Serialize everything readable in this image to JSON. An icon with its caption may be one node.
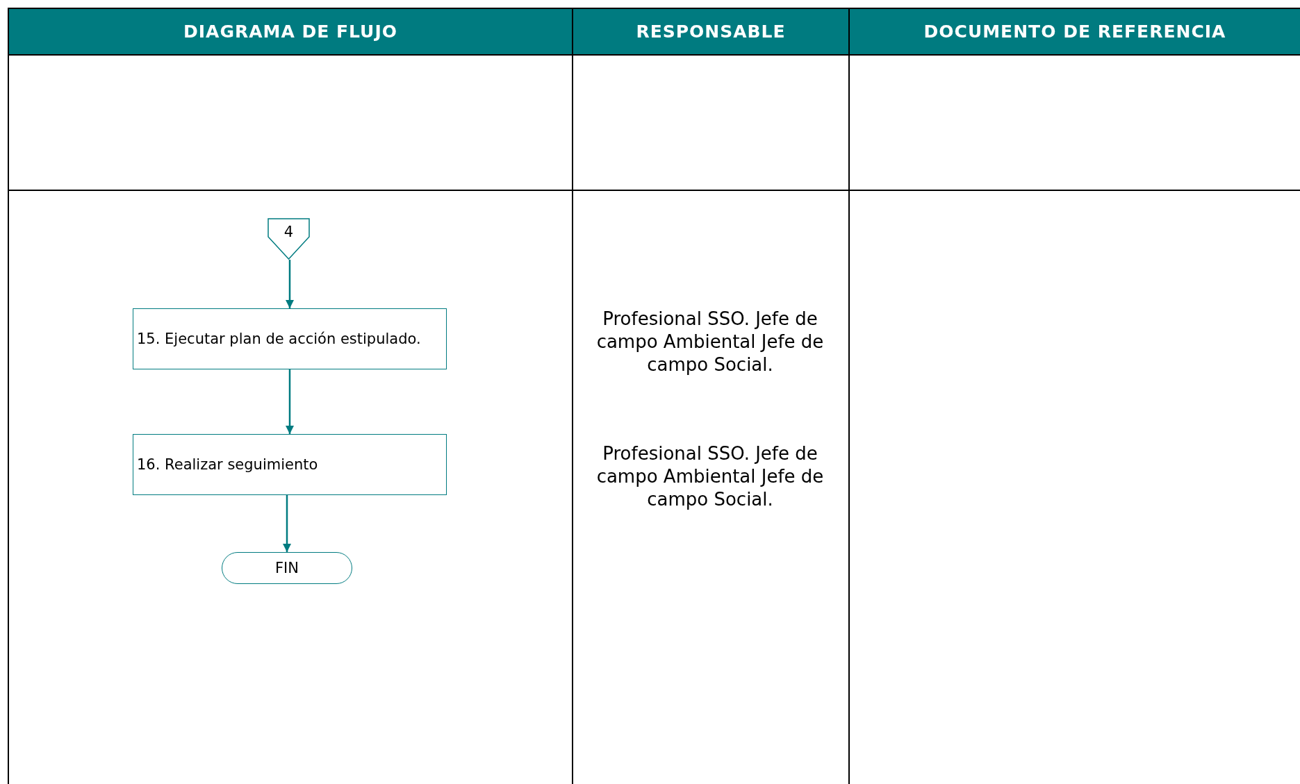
{
  "diagram": {
    "nodes": [
      {
        "text": [
          "4"
        ]
      },
      {
        "text": [
          "15. Ejecutar plan de acción estipulado."
        ]
      },
      {
        "text": [
          "16. Realizar seguimiento"
        ]
      },
      {
        "text": [
          "FIN"
        ]
      }
    ],
    "edges": [
      {
        "from": 0,
        "to": 1,
        "arrow": "to"
      },
      {
        "from": 1,
        "to": 2,
        "arrow": "to"
      },
      {
        "from": 2,
        "to": 3,
        "arrow": "to"
      }
    ],
    "labels": [
      "DIAGRAMA DE FLUJO",
      "RESPONSABLE",
      "DOCUMENTO DE REFERENCIA",
      "Profesional SSO. Jefe de campo Ambiental Jefe de campo Social.",
      "Profesional SSO. Jefe de campo Ambiental Jefe de campo Social."
    ]
  }
}
